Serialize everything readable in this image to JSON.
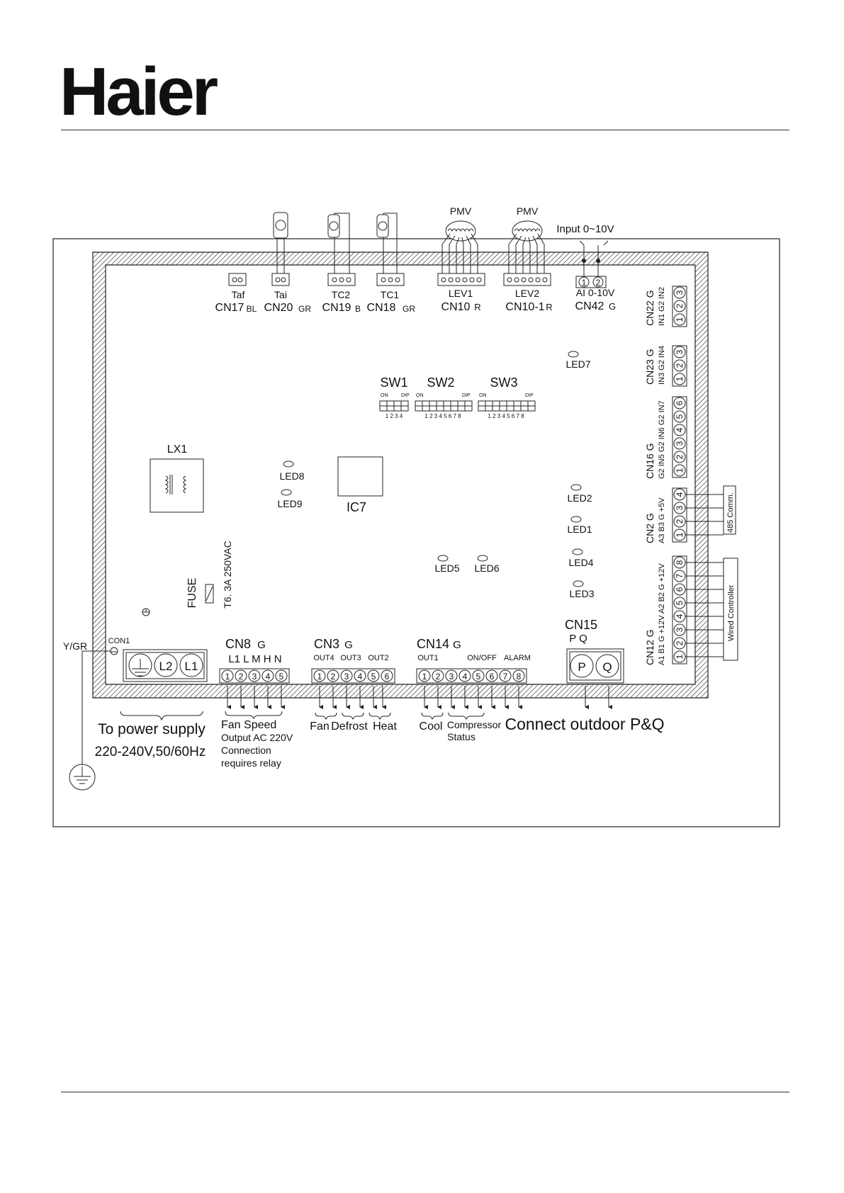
{
  "brand": {
    "logo_text": "Haier",
    "color": "#0b5ca8"
  },
  "top_labels": {
    "pmv_left": "PMV",
    "pmv_right": "PMV",
    "input_0_10v": "Input 0~10V"
  },
  "sensors": {
    "taf": {
      "name": "Taf",
      "connector": "CN17",
      "color": "BL"
    },
    "tai": {
      "name": "Tai",
      "connector": "CN20",
      "color": "GR"
    },
    "tc2": {
      "name": "TC2",
      "connector": "CN19",
      "color": "B"
    },
    "tc1": {
      "name": "TC1",
      "connector": "CN18",
      "color": "GR"
    },
    "lev1": {
      "name": "LEV1",
      "connector": "CN10",
      "color": "R"
    },
    "lev2": {
      "name": "LEV2",
      "connector": "CN10-1",
      "color": "R"
    },
    "ai": {
      "name": "AI 0-10V",
      "connector": "CN42",
      "color": "G"
    }
  },
  "switches": {
    "sw1": {
      "name": "SW1",
      "on": "ON",
      "dip": "DIP",
      "nums": "1 2 3 4"
    },
    "sw2": {
      "name": "SW2",
      "on": "ON",
      "dip": "DIP",
      "nums": "1 2 3 4 5 6 7 8"
    },
    "sw3": {
      "name": "SW3",
      "on": "ON",
      "dip": "DIP",
      "nums": "1 2 3 4 5 6 7 8"
    }
  },
  "components": {
    "lx1": "LX1",
    "ic7": "IC7",
    "fuse": "FUSE",
    "fuse_rating": "T6. 3A 250VAC"
  },
  "leds": {
    "led1": "LED1",
    "led2": "LED2",
    "led3": "LED3",
    "led4": "LED4",
    "led5": "LED5",
    "led6": "LED6",
    "led7": "LED7",
    "led8": "LED8",
    "led9": "LED9"
  },
  "right_connectors": {
    "cn22": {
      "label": "CN22 G",
      "pins": "IN1 G2 IN2"
    },
    "cn23": {
      "label": "CN23 G",
      "pins": "IN3 G2 IN4"
    },
    "cn16": {
      "label": "CN16 G",
      "pins": "G2 IN5 G2 IN6 G2 IN7"
    },
    "cn2": {
      "label": "CN2 G",
      "pins": "A3 B3 G +5V"
    },
    "cn12": {
      "label": "CN12 G",
      "pins": "A1 B1 G +12V A2 B2 G +12V"
    },
    "comm_485": "485 Comm.",
    "wired_controller": "Wired Controller"
  },
  "bottom_connectors": {
    "con1": "CON1",
    "yg": "Y/GR",
    "cn8": {
      "label": "CN8",
      "color": "G",
      "pins": "L1 L M H N"
    },
    "cn3": {
      "label": "CN3",
      "color": "G",
      "out4": "OUT4",
      "out3": "OUT3",
      "out2": "OUT2"
    },
    "cn14": {
      "label": "CN14",
      "color": "G",
      "out1": "OUT1",
      "onoff": "ON/OFF",
      "alarm": "ALARM"
    },
    "cn15": {
      "label": "CN15",
      "pq": "P Q"
    },
    "l2": "L2",
    "l1": "L1",
    "p": "P",
    "q": "Q"
  },
  "captions": {
    "power_1": "To power supply",
    "power_2": "220-240V,50/60Hz",
    "fan_speed": "Fan Speed",
    "fan_1": "Output AC 220V",
    "fan_2": "Connection",
    "fan_3": "requires relay",
    "fan": "Fan",
    "defrost": "Defrost",
    "heat": "Heat",
    "cool": "Cool",
    "compressor": "Compressor",
    "status": "Status",
    "outdoor": "Connect outdoor P&Q"
  }
}
